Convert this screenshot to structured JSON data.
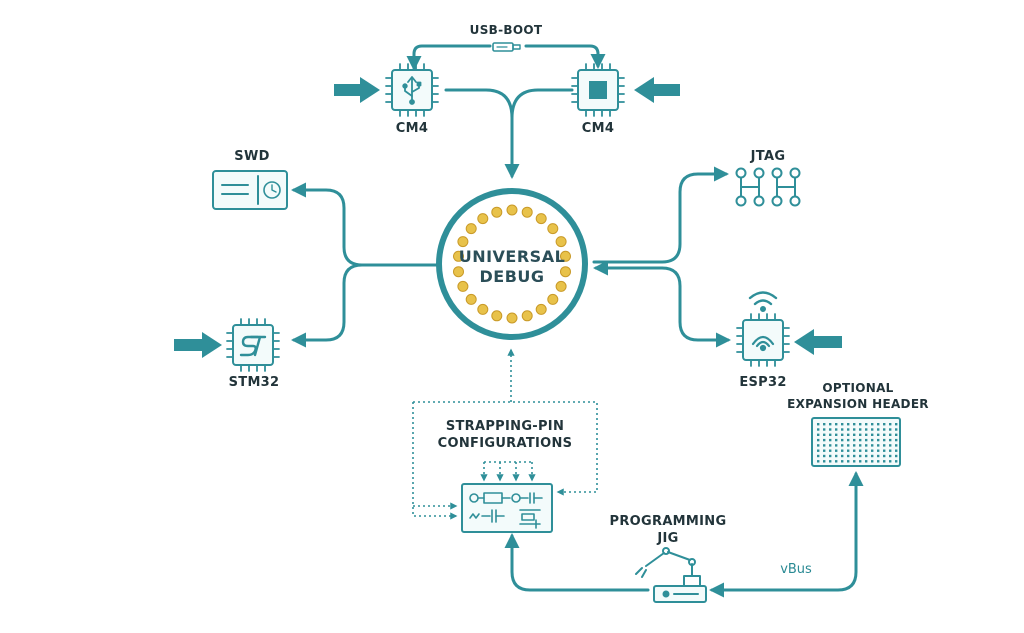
{
  "labels": {
    "usb_boot": "USB-BOOT",
    "cm4_left": "CM4",
    "cm4_right": "CM4",
    "swd": "SWD",
    "jtag": "JTAG",
    "stm32": "STM32",
    "esp32": "ESP32",
    "center_line1": "UNIVERSAL",
    "center_line2": "DEBUG",
    "strapping_line1": "STRAPPING-PIN",
    "strapping_line2": "CONFIGURATIONS",
    "expansion_line1": "OPTIONAL",
    "expansion_line2": "EXPANSION HEADER",
    "jig_line1": "PROGRAMMING",
    "jig_line2": "JIG",
    "vbus": "vBus"
  },
  "colors": {
    "accent": "#2f8f99",
    "pin_dot": "#e8c24a",
    "text": "#22343a"
  },
  "icons": {
    "usb": "usb-icon",
    "chip": "chip-icon",
    "swd": "swd-board-icon",
    "jtag": "jtag-pins-icon",
    "st": "st-logo-icon",
    "wifi": "wifi-icon",
    "robot": "robot-arm-icon"
  }
}
